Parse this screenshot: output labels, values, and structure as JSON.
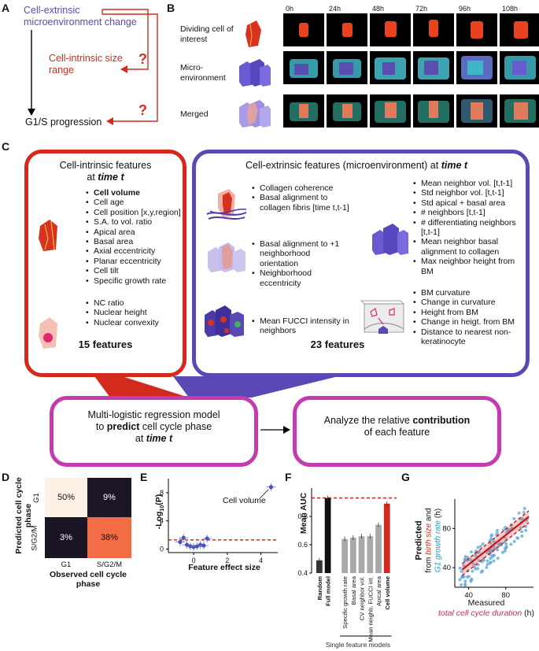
{
  "panel_labels": {
    "a": "A",
    "b": "B",
    "c": "C",
    "d": "D",
    "e": "E",
    "f": "F",
    "g": "G"
  },
  "panelA": {
    "extrinsic": "Cell-extrinsic microenvironment change",
    "intrinsic": "Cell-intrinsic size range",
    "outcome": "G1/S progression",
    "question": "?"
  },
  "panelB": {
    "timepoints": [
      "0h",
      "24h",
      "48h",
      "72h",
      "96h",
      "108h"
    ],
    "rows": [
      "Dividing cell of interest",
      "Micro-environment",
      "Merged"
    ]
  },
  "panelC": {
    "intrinsic_title": "Cell-intrinsic features",
    "intrinsic_title2": "at ",
    "time_t": "time t",
    "intrinsic_bold": "Cell volume",
    "intrinsic_features": [
      "Cell age",
      "Cell position [x,y,region]",
      "S.A. to vol. ratio",
      "Apical area",
      "Basal area",
      "Axial eccentricity",
      "Planar eccentricity",
      "Cell tilt",
      "Specific growth rate"
    ],
    "intrinsic_features2": [
      "NC ratio",
      "Nuclear height",
      "Nuclear convexity"
    ],
    "intrinsic_count": "15 features",
    "extrinsic_title": "Cell-extrinsic features (microenvironment) at ",
    "ext_group1": [
      "Collagen coherence",
      "Basal alignment to collagen fibris [time t,t-1]"
    ],
    "ext_group2": [
      "Basal alignment to +1 neighborhood orientation",
      "Neighborhood eccentricity"
    ],
    "ext_group3": [
      "Mean FUCCI intensity in neighbors"
    ],
    "ext_group4": [
      "Mean neighbor vol. [t,t-1]",
      "Std neighbor vol. [t,t-1]",
      "Std apical + basal area",
      "# neighbors [t,t-1]",
      "# differentiating neighbors [t,t-1]",
      "Mean neighbor basal alignment to collagen",
      "Max neighbor height from BM"
    ],
    "ext_group5": [
      "BM curvature",
      "Change in curvature",
      "Height from BM",
      "Change in heigt. from BM",
      "Distance to nearest non-keratinocyte"
    ],
    "extrinsic_count": "23 features",
    "model_line1": "Multi-logistic regression model",
    "model_to": "to ",
    "model_predict": "predict",
    "model_line2b": " cell cycle phase",
    "model_line3": "at ",
    "analyze_line1": "Analyze the relative ",
    "analyze_bold": "contribution",
    "analyze_line2": "of each feature"
  },
  "panelD": {
    "ylabel": "Predicted cell cycle phase",
    "xlabel": "Observed cell cycle phase",
    "row_labels": [
      "G1",
      "S/G2/M"
    ],
    "col_labels": [
      "G1",
      "S/G2/M"
    ],
    "cells": [
      "50%",
      "9%",
      "3%",
      "38%"
    ],
    "colors": [
      "#fdf1e6",
      "#1c1526",
      "#1a1424",
      "#f26d45"
    ]
  },
  "chart_data": [
    {
      "type": "scatter",
      "xlabel": "Feature effect size",
      "ylabel": "-Log10(P)",
      "xticks": [
        "0",
        "2",
        "4"
      ],
      "yticks": [
        "0",
        "4",
        "8"
      ],
      "annotation": "Cell volume",
      "points": [
        [
          -0.8,
          1.0
        ],
        [
          -0.4,
          0.6
        ],
        [
          -0.2,
          0.4
        ],
        [
          0.0,
          0.3
        ],
        [
          0.2,
          0.4
        ],
        [
          0.4,
          0.6
        ],
        [
          0.6,
          0.5
        ],
        [
          0.8,
          1.5
        ],
        [
          -0.6,
          1.6
        ],
        [
          4.6,
          8.8
        ]
      ],
      "threshold": 1.3,
      "xlim": [
        -1.5,
        5
      ],
      "ylim": [
        -0.5,
        10
      ]
    },
    {
      "type": "bar",
      "ylabel": "Mean AUC",
      "yticks": [
        "0.4",
        "0.6",
        "0.8"
      ],
      "ylim": [
        0.4,
        1.0
      ],
      "categories": [
        "Random",
        "Full model",
        "Specific growth rate",
        "Basal area",
        "CV neighbor vol.",
        "Mean neighb. FUCCI int.",
        "Apical area",
        "Cell volume"
      ],
      "values": [
        0.49,
        0.93,
        0.64,
        0.65,
        0.66,
        0.66,
        0.74,
        0.89
      ],
      "colors": [
        "#333333",
        "#111111",
        "#a9a9a9",
        "#a9a9a9",
        "#a9a9a9",
        "#a9a9a9",
        "#a9a9a9",
        "#d42a1e"
      ],
      "threshold": 0.93,
      "group_label": "Single feature models"
    },
    {
      "type": "scatter",
      "xticks": [
        "40",
        "80"
      ],
      "yticks": [
        "40",
        "80"
      ],
      "xlim": [
        25,
        110
      ],
      "ylim": [
        20,
        110
      ],
      "xlabel": "Measured",
      "xlabel2": "total cell cycle duration",
      "xlabel_unit": " (h)",
      "ylabel_bold": "Predicted",
      "ylabel_from": "from ",
      "ylabel_size": "birth size",
      "ylabel_and": " and",
      "ylabel_rate": "G1 growth rate",
      "ylabel_unit": " (h)",
      "fit": [
        [
          33,
          38
        ],
        [
          105,
          92
        ]
      ]
    }
  ]
}
